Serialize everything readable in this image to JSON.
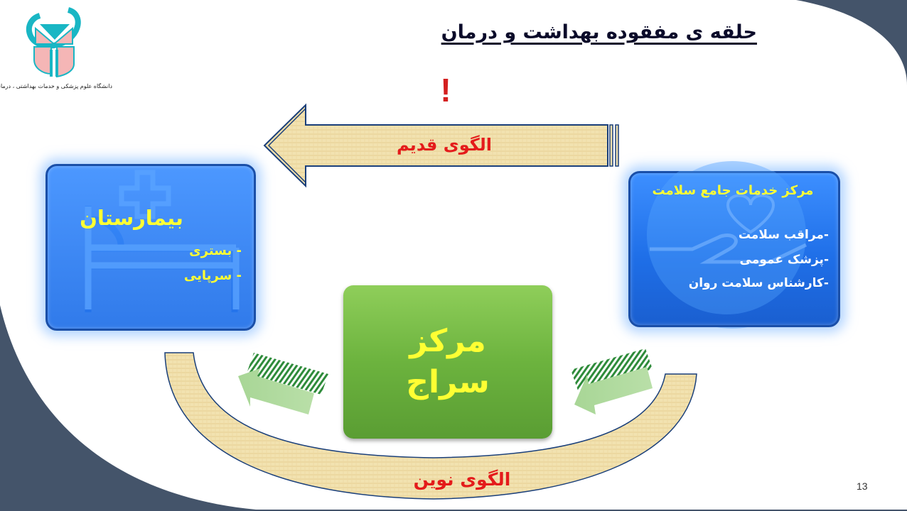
{
  "slide": {
    "title": "حلقه ی مفقوده بهداشت و درمان",
    "page_number": "13",
    "exclamation": "!"
  },
  "logo": {
    "caption": "دانشگاه علوم پزشکی و خدمات بهداشتی ، درمانی ایران"
  },
  "old_model": {
    "label": "الگوی قدیم"
  },
  "new_model": {
    "label": "الگوی نوین"
  },
  "hospital": {
    "title": "بیمارستان",
    "items": [
      "- بستری",
      "- سرپایی"
    ]
  },
  "health_center": {
    "title": "مرکز خدمات جامع سلامت",
    "items": [
      "-مراقب سلامت",
      "-پزشک عمومی",
      "-کارشناس سلامت روان"
    ]
  },
  "saraj_center": {
    "line1": "مرکز",
    "line2": "سراج"
  },
  "colors": {
    "slate_background": "#44546a",
    "box_blue": "#1f6fe8",
    "box_green": "#6cb33e",
    "text_yellow": "#ffff33",
    "label_red": "#e41b1b",
    "parchment": "#f0dfa8"
  }
}
